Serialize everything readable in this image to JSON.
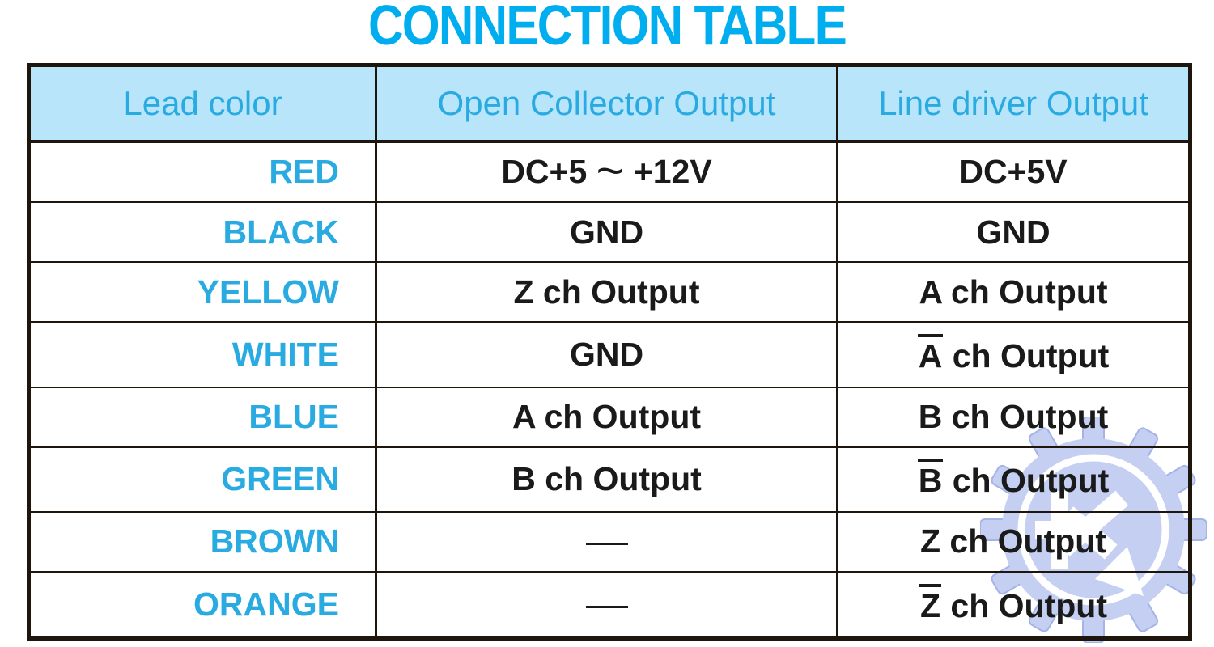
{
  "title": "CONNECTION TABLE",
  "colors": {
    "title_cyan": "#00aeef",
    "accent_cyan": "#29abe2",
    "header_bg": "#b8e5fa",
    "border_dark": "#1e150d",
    "cell_text": "#1a1a1a",
    "watermark_blue": "#c5cff2"
  },
  "table": {
    "columns": [
      "Lead color",
      "Open Collector Output",
      "Line driver Output"
    ],
    "rows": [
      {
        "lead_color": "RED",
        "open_collector": "DC+5 ~ +12V",
        "line_driver": "DC+5V"
      },
      {
        "lead_color": "BLACK",
        "open_collector": "GND",
        "line_driver": "GND"
      },
      {
        "lead_color": "YELLOW",
        "open_collector": "Z ch Output",
        "line_driver": "A ch Output"
      },
      {
        "lead_color": "WHITE",
        "open_collector": "GND",
        "line_driver": "A̅ ch Output"
      },
      {
        "lead_color": "BLUE",
        "open_collector": "A ch Output",
        "line_driver": "B ch Output"
      },
      {
        "lead_color": "GREEN",
        "open_collector": "B ch Output",
        "line_driver": "B̅ ch Output"
      },
      {
        "lead_color": "BROWN",
        "open_collector": "—",
        "line_driver": "Z ch Output"
      },
      {
        "lead_color": "ORANGE",
        "open_collector": "—",
        "line_driver": "Z̅ ch Output"
      }
    ]
  },
  "watermark": {
    "icon": "gear-k-arrow-logo"
  }
}
